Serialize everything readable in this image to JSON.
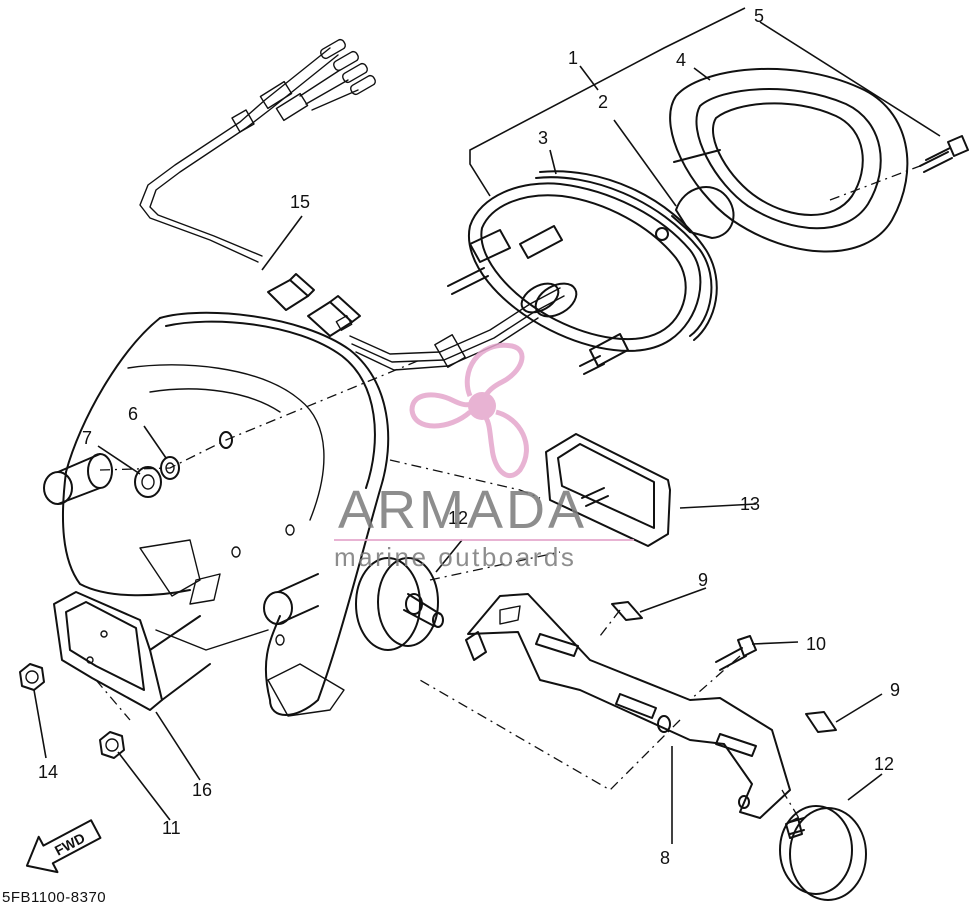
{
  "diagram_code": "5FB1100-8370",
  "watermark": {
    "brand": "ARMADA",
    "tagline": "marine outboards",
    "colors": {
      "brand_text": "#7a7a7a",
      "logo": "#e4a6cc"
    }
  },
  "fwd_arrow_label": "FWD",
  "callouts": {
    "c1": "1",
    "c2": "2",
    "c3": "3",
    "c4": "4",
    "c5": "5",
    "c6": "6",
    "c7": "7",
    "c8": "8",
    "c9a": "9",
    "c9b": "9",
    "c10": "10",
    "c11": "11",
    "c12a": "12",
    "c12b": "12",
    "c13": "13",
    "c14": "14",
    "c15": "15",
    "c16": "16"
  }
}
